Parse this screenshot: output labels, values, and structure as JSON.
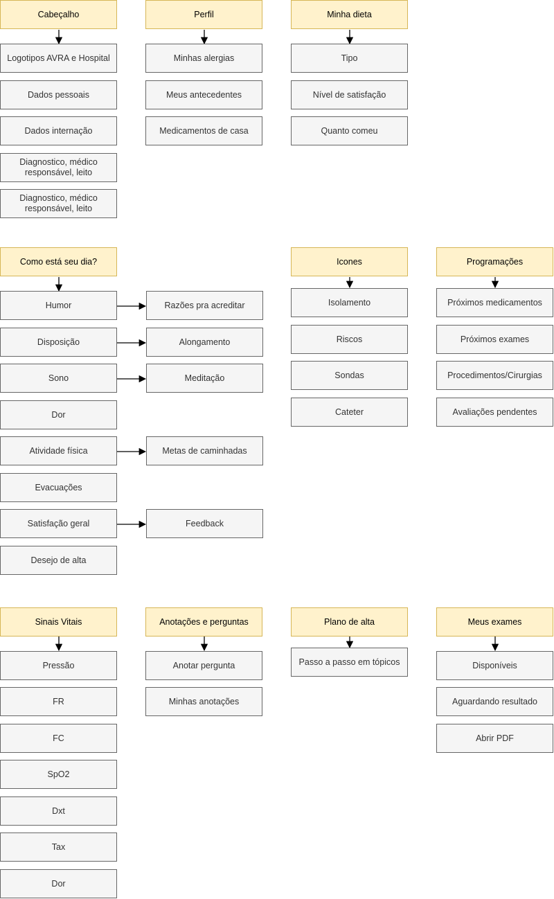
{
  "colors": {
    "header_fill": "#fff2cc",
    "header_stroke": "#d6b656",
    "item_fill": "#f5f5f5",
    "item_stroke": "#666666",
    "connector": "#000000"
  },
  "groups": {
    "cabecalho": {
      "title": "Cabeçalho",
      "items": [
        "Logotipos AVRA e Hospital",
        "Dados pessoais",
        "Dados internação",
        "Diagnostico, médico responsável, leito",
        "Diagnostico, médico responsável, leito"
      ]
    },
    "perfil": {
      "title": "Perfil",
      "items": [
        "Minhas alergias",
        "Meus antecedentes",
        "Medicamentos de casa"
      ]
    },
    "minha_dieta": {
      "title": "Minha dieta",
      "items": [
        "Tipo",
        "Nível de satisfação",
        "Quanto comeu"
      ]
    },
    "como_esta": {
      "title": "Como está seu dia?",
      "items": [
        "Humor",
        "Disposição",
        "Sono",
        "Dor",
        "Atividade física",
        "Evacuações",
        "Satisfação geral",
        "Desejo de alta"
      ],
      "followups": [
        "Razões pra acreditar",
        "Alongamento",
        "Meditação",
        "Metas de caminhadas",
        "Feedback"
      ]
    },
    "icones": {
      "title": "Icones",
      "items": [
        "Isolamento",
        "Riscos",
        "Sondas",
        "Cateter"
      ]
    },
    "programacoes": {
      "title": "Programações",
      "items": [
        "Próximos medicamentos",
        "Próximos exames",
        "Procedimentos/Cirurgias",
        "Avaliações pendentes"
      ]
    },
    "sinais_vitais": {
      "title": "Sinais Vitais",
      "items": [
        "Pressão",
        "FR",
        "FC",
        "SpO2",
        "Dxt",
        "Tax",
        "Dor"
      ]
    },
    "anotacoes": {
      "title": "Anotações e perguntas",
      "items": [
        "Anotar pergunta",
        "Minhas anotações"
      ]
    },
    "plano_alta": {
      "title": "Plano de alta",
      "items": [
        "Passo a passo em tópicos"
      ]
    },
    "meus_exames": {
      "title": "Meus exames",
      "items": [
        "Disponíveis",
        "Aguardando resultado",
        "Abrir PDF"
      ]
    }
  }
}
